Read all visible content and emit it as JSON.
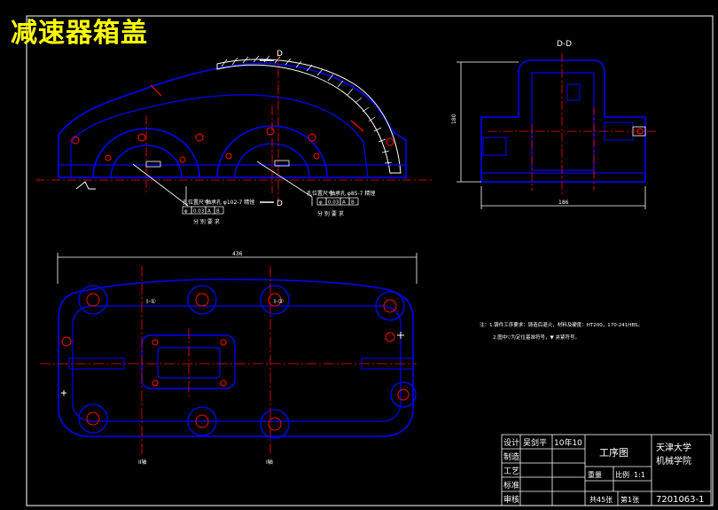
{
  "title": "减速器箱盖",
  "section_label": "D-D",
  "cut_marks": [
    "D",
    "D"
  ],
  "dimensions": {
    "overall_length": "436",
    "side_height": "180",
    "side_width": "186"
  },
  "bearing_notes": [
    {
      "code": "孔位置尺寸",
      "callout": "轴承孔 φ102-7 精镗",
      "tolerance_boxes": [
        "φ",
        "0.03",
        "A",
        "B"
      ],
      "note": "分 别 要 求"
    },
    {
      "code": "孔位置尺寸",
      "callout": "轴承孔 φ85-7 精镗",
      "tolerance_boxes": [
        "φ",
        "0.03",
        "A",
        "B"
      ],
      "note": "分 别 要 求"
    }
  ],
  "axis_labels": [
    "I-①",
    "I-②"
  ],
  "bottom_axis_labels": [
    "II轴",
    "I轴"
  ],
  "notes": [
    "注：1.铸件工序要求：铸造后退火，材料及硬度：HT200，170-241HBS。",
    "2.图中▽为定位基准符号，▼ 夹紧符号。"
  ],
  "title_block": {
    "rows": [
      "设计",
      "制造",
      "工艺",
      "标准",
      "审核"
    ],
    "designer": "吴剑平",
    "date": "10年10",
    "drawing_name": "工序图",
    "weight_label": "重量",
    "scale_label": "比例",
    "scale": "1:1",
    "sheets_total": "共45张",
    "sheet_no": "第1张",
    "school": "天津大学",
    "college": "机械学院",
    "drawing_no": "7201063-1"
  },
  "colors": {
    "background": "#000000",
    "outline": "#0000ff",
    "centerline": "#ff0000",
    "dimension": "#ffffff",
    "hatch": "#ffffff",
    "title": "#ffff00"
  }
}
